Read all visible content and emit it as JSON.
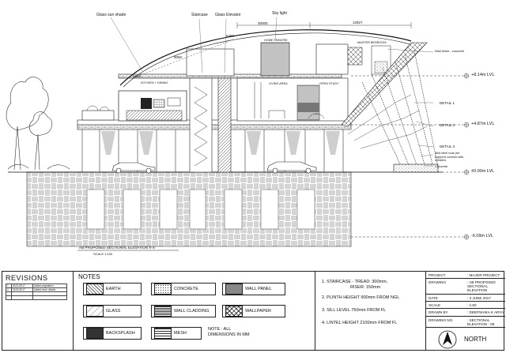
{
  "drawing": {
    "labels": {
      "glass_sunshade": "Glass sun shade",
      "staircase": "Staircase",
      "glass_elevator": "Glass Elevator",
      "skylight": "Sky light",
      "master_bedroom": "MASTER BEDROOM",
      "home_theatre": "HOME THEATRE",
      "kitchen_dining": "KITCHEN + DINING",
      "living_area": "LIVING AREA",
      "open_study": "OPEN STUDY",
      "wall_finish": "Wall finish - concrete",
      "detail1": "DETAIL 1",
      "detail2": "DETAIL 2",
      "detail3": "DETAIL 3",
      "mild_steel": "Mild steel rods (for support) covered with climbers",
      "concrete": "Concrete"
    },
    "levels": {
      "l1": "+8.14m LVL",
      "l2": "+4.87m LVL",
      "l3": "±0.00m LVL",
      "l4": "-6.09m LVL"
    },
    "dimensions": {
      "d1": "12827",
      "d2": "30000",
      "d3": "6450",
      "d4": "9050",
      "d5": "6060"
    },
    "caption": "AB PROPOSED SECTIONAL ELEVATION X-X'",
    "scale": "SCALE 1:100"
  },
  "revisions": {
    "title": "REVISIONS",
    "rows": [
      {
        "no": "1",
        "date": "20/01/2017",
        "desc": "Added vegetation"
      },
      {
        "no": "2",
        "date": "22/01/2017",
        "desc": "Added more details"
      }
    ]
  },
  "notes": {
    "title": "NOTES",
    "items": {
      "earth": "EARTH",
      "concrete": "CONCRETE",
      "wall_panel": "WALL PANEL",
      "glass": "GLASS",
      "wall_cladding": "WALL CLADDING",
      "wallpaper": "WALLPAPER",
      "backsplash": "BACKSPLASH",
      "mesh": "MESH"
    },
    "dim_note": "NOTE : ALL DIMENSIONS IN MM"
  },
  "spec": {
    "l1a": "1. STAIRCASE - TREAD: 300mm,",
    "l1b": "RISER: 150mm",
    "l2": "2. PLINTH HEIGHT 900mm FROM NGL",
    "l3": "3. SILL LEVEL 750mm FROM FL",
    "l4": "4. LINTEL HEIGHT 2100mm FROM FL"
  },
  "project": {
    "project_k": "PROJECT",
    "project_v": ": MAJOR PROJECT",
    "drawing_k": "DRAWING",
    "drawing_v": ": AB PROPOSED SECTIONAL ELEVATION",
    "date_k": "DATE",
    "date_v": ": 3 JUNE 2017",
    "scale_k": "SCALE",
    "scale_v": ": 1:50",
    "drawn_k": "DRAWN BY",
    "drawn_v": ": DEEPSHIKA K ARYA",
    "dno_k": "DRAWING NO.",
    "dno_v": ": SECTIONAL ELEVATION - 06",
    "north": "NORTH"
  }
}
